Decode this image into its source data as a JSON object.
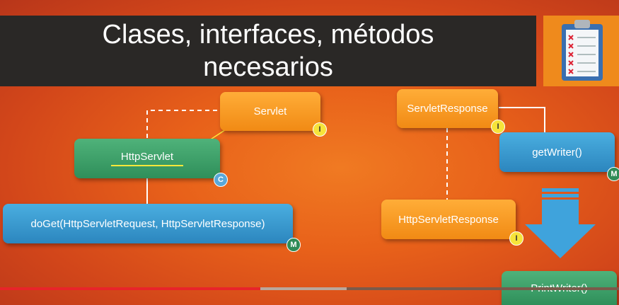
{
  "title": {
    "line1": "Clases, interfaces, métodos",
    "line2": "necesarios"
  },
  "nodes": {
    "servlet": "Servlet",
    "httpservlet": "HttpServlet",
    "doget": "doGet(HttpServletRequest, HttpServletResponse)",
    "servletresponse": "ServletResponse",
    "getwriter": "getWriter()",
    "httpservletresponse": "HttpServletResponse",
    "printwriter": "PrintWriter()"
  },
  "badges": {
    "interface": "I",
    "class": "C",
    "method": "M"
  },
  "colors": {
    "interface": "#f18a14",
    "class": "#2f8f5a",
    "method": "#2c86be",
    "arrow": "#4aaee0"
  },
  "video": {
    "progress": 0.42
  },
  "icons": {
    "clipboard": "clipboard-icon",
    "arrow": "down-arrow-icon"
  }
}
